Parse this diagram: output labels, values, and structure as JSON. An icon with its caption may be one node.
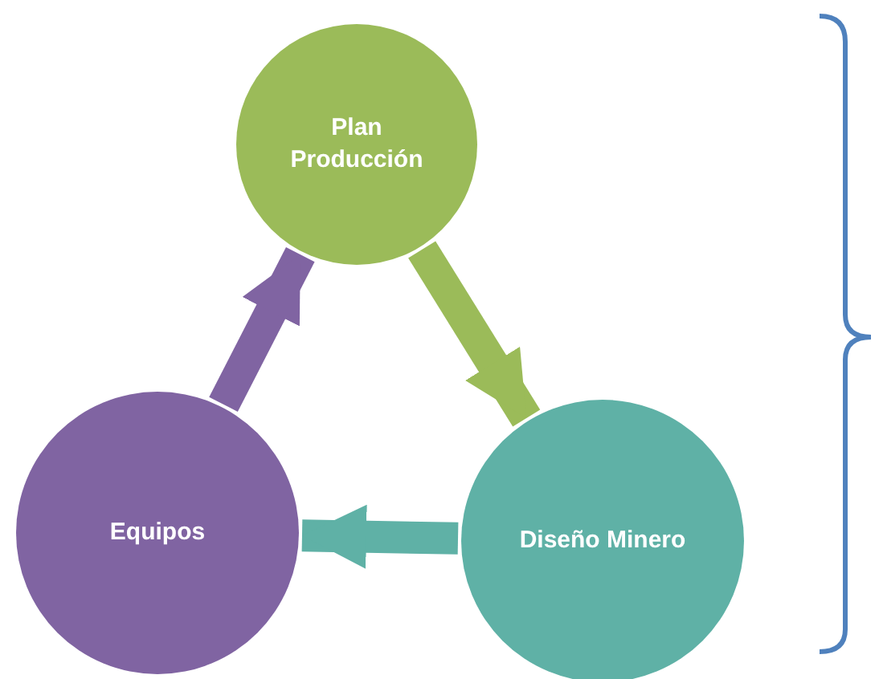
{
  "diagram": {
    "nodes": [
      {
        "text": [
          "Plan Producción"
        ]
      },
      {
        "text": [
          "Diseño Minero"
        ]
      },
      {
        "text": [
          "Equipos"
        ]
      }
    ],
    "edges": [
      {
        "from": 0,
        "to": 1,
        "arrow": "to",
        "color": "#9bbb59"
      },
      {
        "from": 1,
        "to": 2,
        "arrow": "to",
        "color": "#5fb1a6"
      },
      {
        "from": 2,
        "to": 0,
        "arrow": "to",
        "color": "#8064a2"
      }
    ]
  }
}
